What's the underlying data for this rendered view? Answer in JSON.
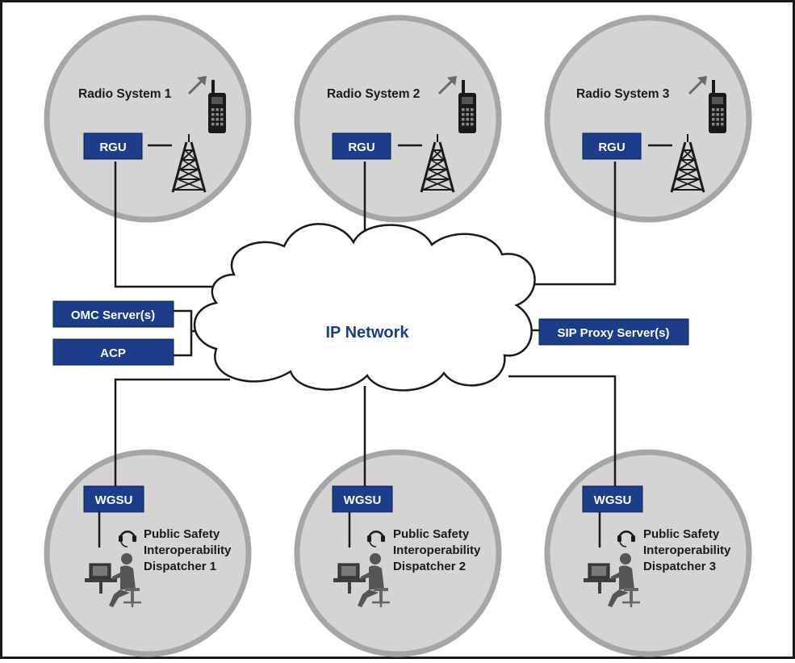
{
  "diagram": {
    "network": {
      "label": "IP Network"
    },
    "radio_systems": [
      {
        "label": "Radio System 1",
        "unit": "RGU"
      },
      {
        "label": "Radio System 2",
        "unit": "RGU"
      },
      {
        "label": "Radio System 3",
        "unit": "RGU"
      }
    ],
    "dispatchers": [
      {
        "unit": "WGSU",
        "lines": [
          "Public Safety",
          "Interoperability",
          "Dispatcher 1"
        ]
      },
      {
        "unit": "WGSU",
        "lines": [
          "Public Safety",
          "Interoperability",
          "Dispatcher 2"
        ]
      },
      {
        "unit": "WGSU",
        "lines": [
          "Public Safety",
          "Interoperability",
          "Dispatcher 3"
        ]
      }
    ],
    "servers": {
      "omc": "OMC Server(s)",
      "acp": "ACP",
      "sip": "SIP Proxy Server(s)"
    },
    "icons": [
      "radio-tower-icon",
      "handheld-radio-icon",
      "signal-arrow-icon",
      "headset-icon",
      "dispatcher-at-computer-icon"
    ],
    "colors": {
      "box_fill": "#1b3d8a",
      "network_label": "#1b3d8a",
      "circle_fill": "#d4d4d4",
      "circle_border": "#a6a6a6"
    }
  }
}
